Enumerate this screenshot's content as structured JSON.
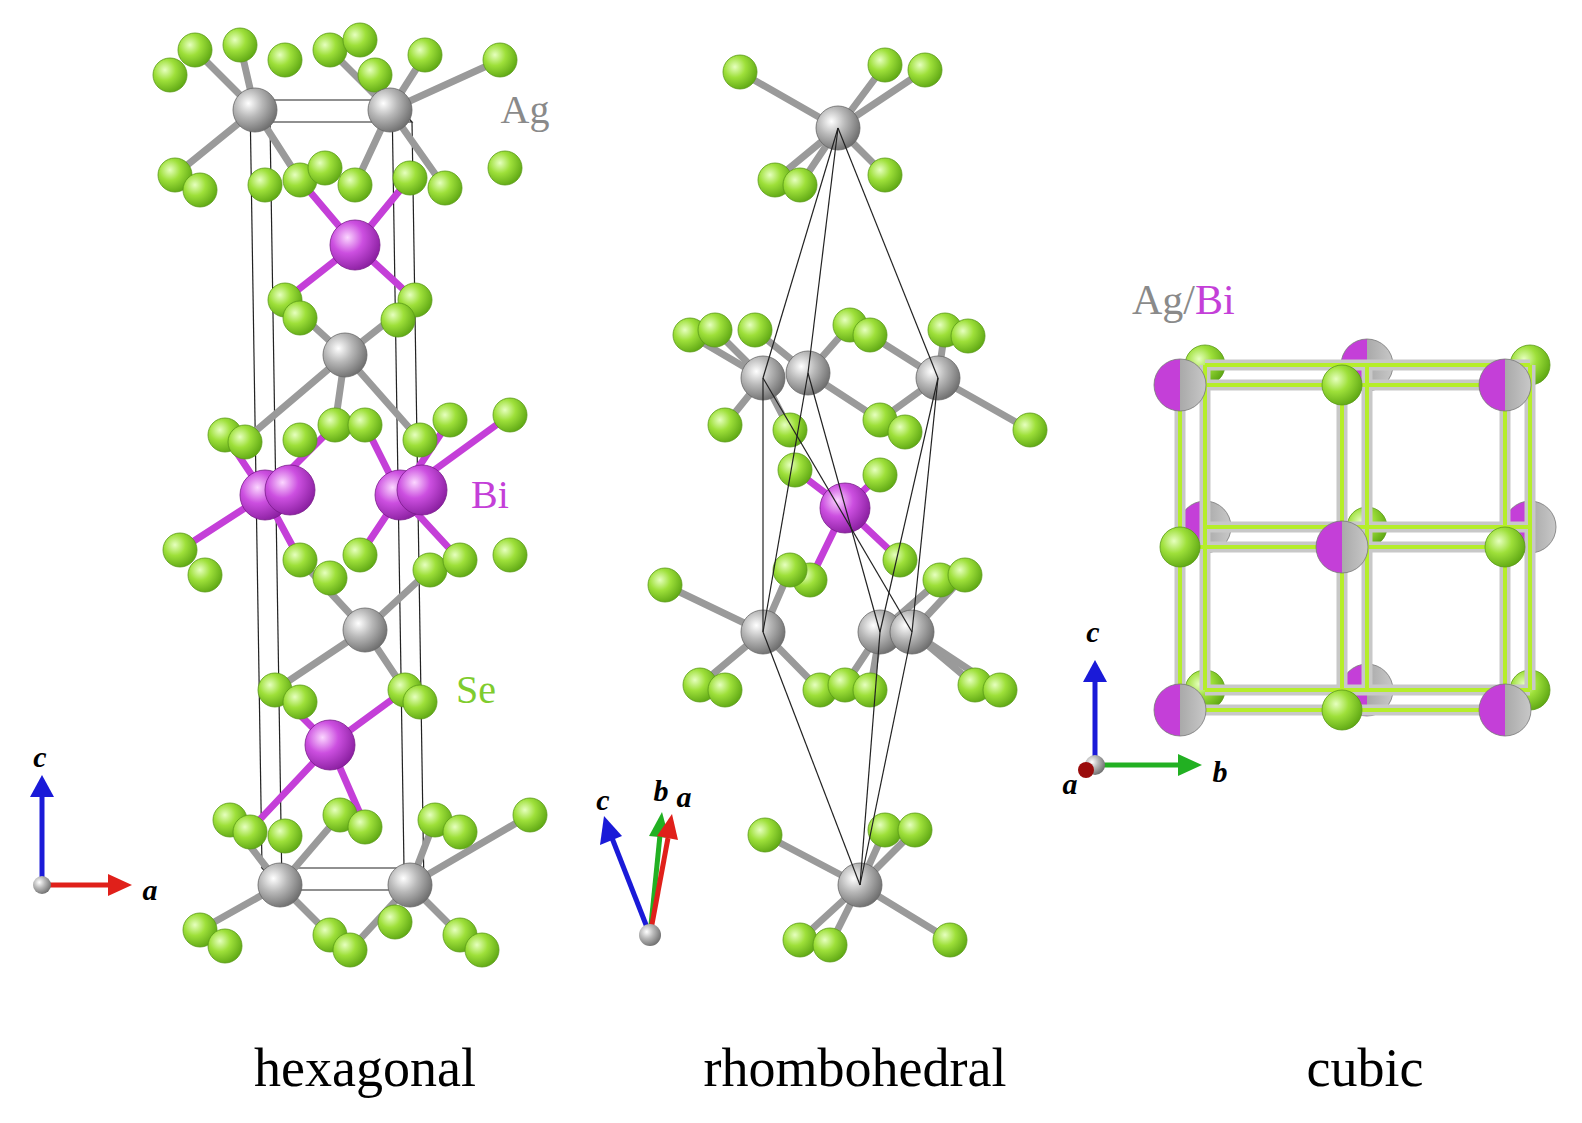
{
  "diagram": {
    "labels": [
      "Ag",
      "Bi",
      "Se",
      "c",
      "a",
      "c",
      "b",
      "a",
      "c",
      "b",
      "a",
      "Ag/",
      "Bi",
      "hexagonal",
      "rhombohedral",
      "cubic"
    ]
  }
}
